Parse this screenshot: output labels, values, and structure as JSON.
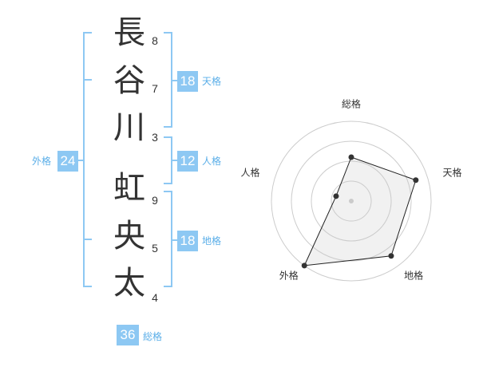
{
  "characters": [
    {
      "char": "長",
      "strokes": "8"
    },
    {
      "char": "谷",
      "strokes": "7"
    },
    {
      "char": "川",
      "strokes": "3"
    },
    {
      "char": "虹",
      "strokes": "9"
    },
    {
      "char": "央",
      "strokes": "5"
    },
    {
      "char": "太",
      "strokes": "4"
    }
  ],
  "kaku": {
    "tenkaku": {
      "value": "18",
      "label": "天格"
    },
    "jinkaku": {
      "value": "12",
      "label": "人格"
    },
    "chikaku": {
      "value": "18",
      "label": "地格"
    },
    "gaikaku": {
      "value": "24",
      "label": "外格"
    },
    "soukaku": {
      "value": "36",
      "label": "総格"
    }
  },
  "colors": {
    "bracket": "#8dc8f3",
    "badge": "#8dc8f3",
    "label": "#5aaee8",
    "ring": "#cccccc"
  },
  "chart_data": {
    "type": "radar",
    "axes": [
      "総格",
      "天格",
      "地格",
      "外格",
      "人格"
    ],
    "values": [
      0.55,
      0.85,
      0.85,
      1.0,
      0.2
    ],
    "range": [
      0,
      1
    ]
  }
}
